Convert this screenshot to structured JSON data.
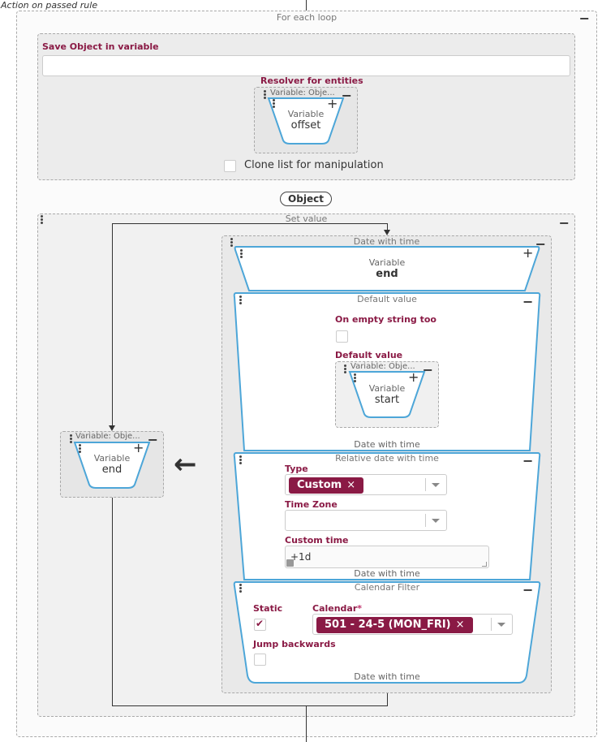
{
  "header": {
    "action_label": "Action on passed rule"
  },
  "for_each": {
    "title": "For each loop",
    "save_object": {
      "label": "Save Object in variable",
      "input_value": ""
    },
    "resolver": {
      "label": "Resolver for entities",
      "node_title": "Variable: Obje...",
      "variable_kind": "Variable",
      "variable_name": "offset"
    },
    "clone": {
      "label": "Clone list for manipulation",
      "checked": false
    },
    "object_pill": "Object",
    "set_value": {
      "title": "Set value",
      "target_node": {
        "node_title": "Variable: Obje...",
        "variable_kind": "Variable",
        "variable_name": "end"
      },
      "date_with_time": {
        "title": "Date with time",
        "top_block": {
          "variable_kind": "Variable",
          "variable_name": "end"
        },
        "default_value": {
          "title": "Default value",
          "on_empty_label": "On empty string too",
          "default_value_label": "Default value",
          "node_title": "Variable: Obje...",
          "variable_kind": "Variable",
          "variable_name": "start",
          "footer": "Date with time"
        },
        "relative_date": {
          "title": "Relative date with time",
          "type_label": "Type",
          "type_value": "Custom",
          "time_zone_label": "Time Zone",
          "time_zone_value": "",
          "custom_time_label": "Custom time",
          "custom_time_value": "+1d",
          "footer": "Date with time"
        },
        "calendar_filter": {
          "title": "Calendar Filter",
          "static_label": "Static",
          "static_checked": true,
          "calendar_label": "Calendar",
          "calendar_required": "*",
          "calendar_value": "501 - 24-5 (MON_FRI)",
          "jump_backwards_label": "Jump backwards",
          "jump_backwards_checked": false,
          "footer": "Date with time"
        }
      }
    }
  },
  "icons": {
    "minus": "−",
    "plus": "+",
    "tag_remove": "×",
    "arrow_left": "←",
    "check": "✔"
  },
  "colors": {
    "accent": "#8a1a45",
    "node_border": "#4da6d8",
    "box_gray": "#ececec"
  }
}
